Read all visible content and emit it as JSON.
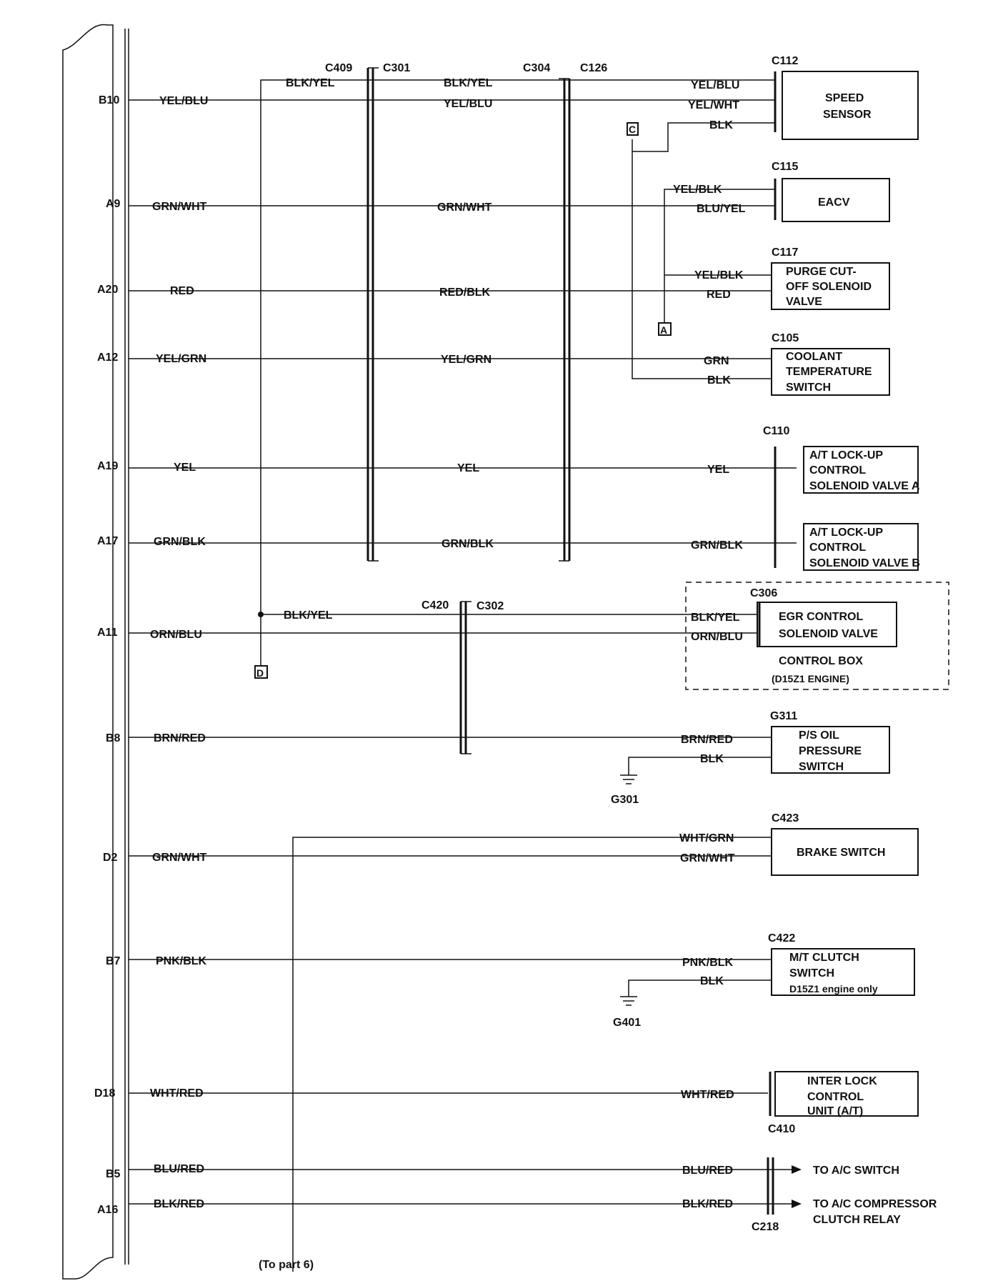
{
  "connectors": {
    "c409": "C409",
    "c301": "C301",
    "c304": "C304",
    "c126": "C126",
    "c112": "C112",
    "c115": "C115",
    "c117": "C117",
    "c105": "C105",
    "c110": "C110",
    "c420": "C420",
    "c302": "C302",
    "c306": "C306",
    "g311": "G311",
    "g301": "G301",
    "c423": "C423",
    "c422": "C422",
    "g401": "G401",
    "c410": "C410",
    "c218": "C218"
  },
  "pins": {
    "b10": "B10",
    "a9": "A9",
    "a20": "A20",
    "a12": "A12",
    "a19": "A19",
    "a17": "A17",
    "a11": "A11",
    "b8": "B8",
    "d2": "D2",
    "b7": "B7",
    "d18": "D18",
    "b5": "B5",
    "a16": "A16"
  },
  "wires": {
    "yel_blu": "YEL/BLU",
    "blk_yel": "BLK/YEL",
    "yel_wht": "YEL/WHT",
    "blk": "BLK",
    "grn_wht": "GRN/WHT",
    "yel_blk": "YEL/BLK",
    "blu_yel": "BLU/YEL",
    "red": "RED",
    "red_blk": "RED/BLK",
    "yel_grn": "YEL/GRN",
    "grn": "GRN",
    "yel": "YEL",
    "grn_blk": "GRN/BLK",
    "orn_blu": "ORN/BLU",
    "brn_red": "BRN/RED",
    "wht_grn": "WHT/GRN",
    "pnk_blk": "PNK/BLK",
    "wht_red": "WHT/RED",
    "blu_red": "BLU/RED",
    "blk_red": "BLK/RED"
  },
  "refs": {
    "c": "C",
    "a": "A",
    "d": "D"
  },
  "components": {
    "speed_sensor": [
      "SPEED",
      "SENSOR"
    ],
    "eacv": "EACV",
    "purge": [
      "PURGE CUT-",
      "OFF SOLENOID",
      "VALVE"
    ],
    "coolant": [
      "COOLANT",
      "TEMPERATURE",
      "SWITCH"
    ],
    "lockup_a": [
      "A/T LOCK-UP",
      "CONTROL",
      "SOLENOID VALVE A"
    ],
    "lockup_b": [
      "A/T LOCK-UP",
      "CONTROL",
      "SOLENOID VALVE B"
    ],
    "egr": [
      "EGR CONTROL",
      "SOLENOID VALVE"
    ],
    "control_box": "CONTROL BOX",
    "engine_note": "(D15Z1 ENGINE)",
    "ps_oil": [
      "P/S OIL",
      "PRESSURE",
      "SWITCH"
    ],
    "brake": "BRAKE SWITCH",
    "mt_clutch": [
      "M/T CLUTCH",
      "SWITCH",
      "D15Z1 engine only"
    ],
    "interlock": [
      "INTER LOCK",
      "CONTROL",
      "UNIT (A/T)"
    ],
    "to_ac_switch": "TO A/C SWITCH",
    "to_ac_comp": [
      "TO A/C COMPRESSOR",
      "CLUTCH RELAY"
    ]
  },
  "footer": {
    "to_part": "(To part 6)"
  }
}
